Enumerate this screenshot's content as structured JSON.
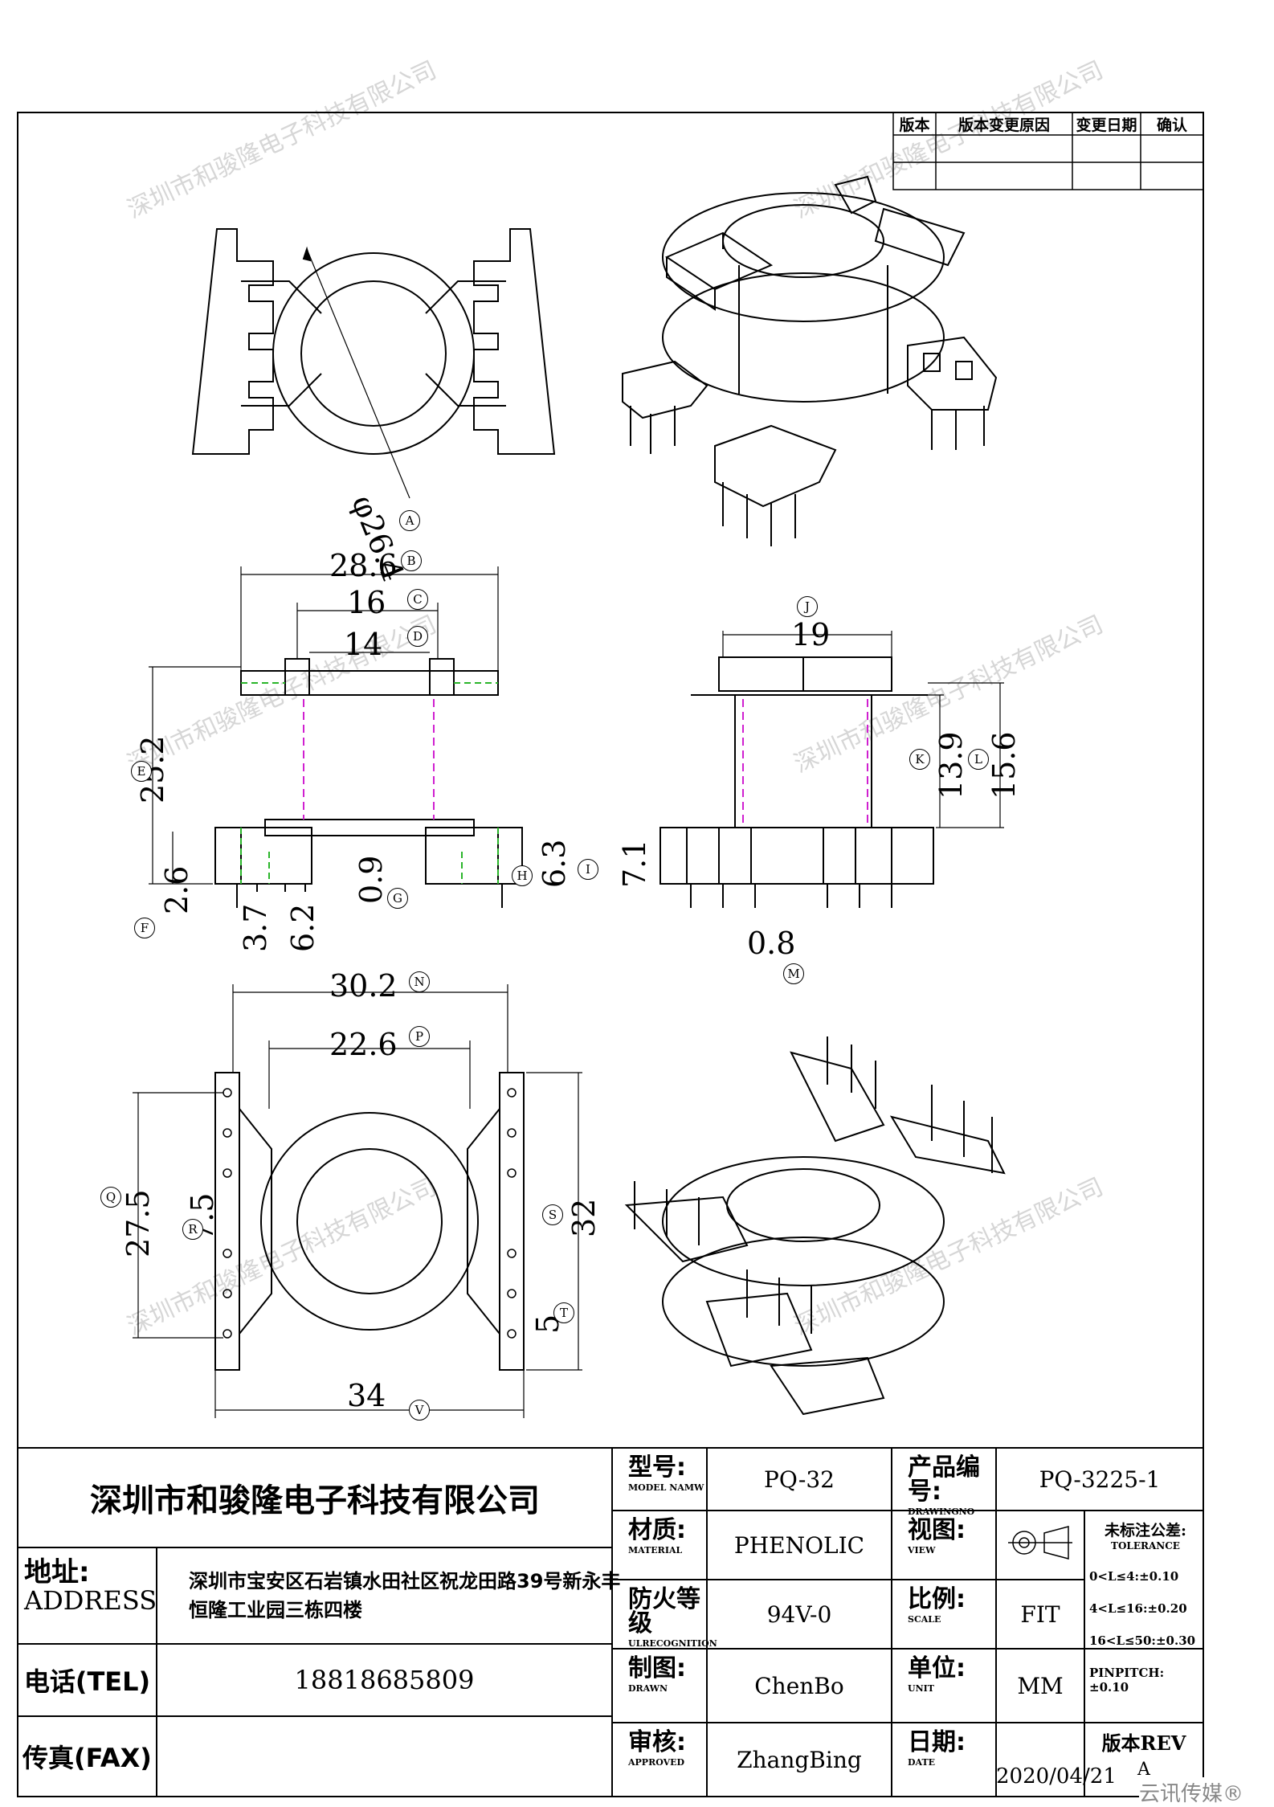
{
  "company": "深圳市和骏隆电子科技有限公司",
  "address": {
    "label_cn": "地址:",
    "label_en": "ADDRESS",
    "line1": "深圳市宝安区石岩镇水田社区祝龙田路39号新永丰",
    "line2": "恒隆工业园三栋四楼"
  },
  "tel": {
    "label": "电话(TEL)",
    "value": "18818685809"
  },
  "fax": {
    "label": "传真(FAX)"
  },
  "revision_table": {
    "headers": [
      "版本",
      "版本变更原因",
      "变更日期",
      "确认"
    ]
  },
  "title_block": {
    "model_label_cn": "型号:",
    "model_label_en": "MODEL NAMW",
    "model": "PQ-32",
    "drawing_label_cn": "产品编号:",
    "drawing_label_en": "DRAWINGNO",
    "drawing_no": "PQ-3225-1",
    "material_label_cn": "材质:",
    "material_label_en": "MATERIAL",
    "material": "PHENOLIC",
    "view_label_cn": "视图:",
    "view_label_en": "VIEW",
    "fire_label_cn": "防火等级",
    "fire_label_en": "ULRECOGNITION",
    "fire": "94V-0",
    "scale_label_cn": "比例:",
    "scale_label_en": "SCALE",
    "scale": "FIT",
    "drawn_label_cn": "制图:",
    "drawn_label_en": "DRAWN",
    "drawn": "ChenBo",
    "unit_label_cn": "单位:",
    "unit_label_en": "UNIT",
    "unit": "MM",
    "approved_label_cn": "审核:",
    "approved_label_en": "APPROVED",
    "approved": "ZhangBing",
    "date_label_cn": "日期:",
    "date_label_en": "DATE",
    "date": "2020/04/21",
    "rev_label": "版本REV",
    "rev": "A"
  },
  "tolerance": {
    "title_cn": "未标注公差:",
    "title_en": "TOLERANCE",
    "lines": [
      "0<L≤4:±0.10",
      "4<L≤16:±0.20",
      "16<L≤50:±0.30",
      "PINPITCH:±0.10"
    ]
  },
  "dimensions": {
    "A": "φ26.4",
    "B": "28.6",
    "C": "16",
    "D": "14",
    "E": "25.2",
    "F": "2.6",
    "G": "0.9",
    "H": "6.3",
    "I": "7.1",
    "J": "19",
    "K": "13.9",
    "L": "15.6",
    "M": "0.8",
    "N": "30.2",
    "P": "22.6",
    "Q": "27.5",
    "R": "7.5",
    "S": "32",
    "T": "5",
    "V": "34",
    "d37": "3.7",
    "d62": "6.2"
  },
  "markers": [
    "A",
    "B",
    "C",
    "D",
    "E",
    "F",
    "G",
    "H",
    "I",
    "J",
    "K",
    "L",
    "M",
    "N",
    "P",
    "Q",
    "R",
    "S",
    "T",
    "V"
  ],
  "watermark": "深圳市和骏隆电子科技有限公司",
  "brand_mark": "云讯传媒®"
}
